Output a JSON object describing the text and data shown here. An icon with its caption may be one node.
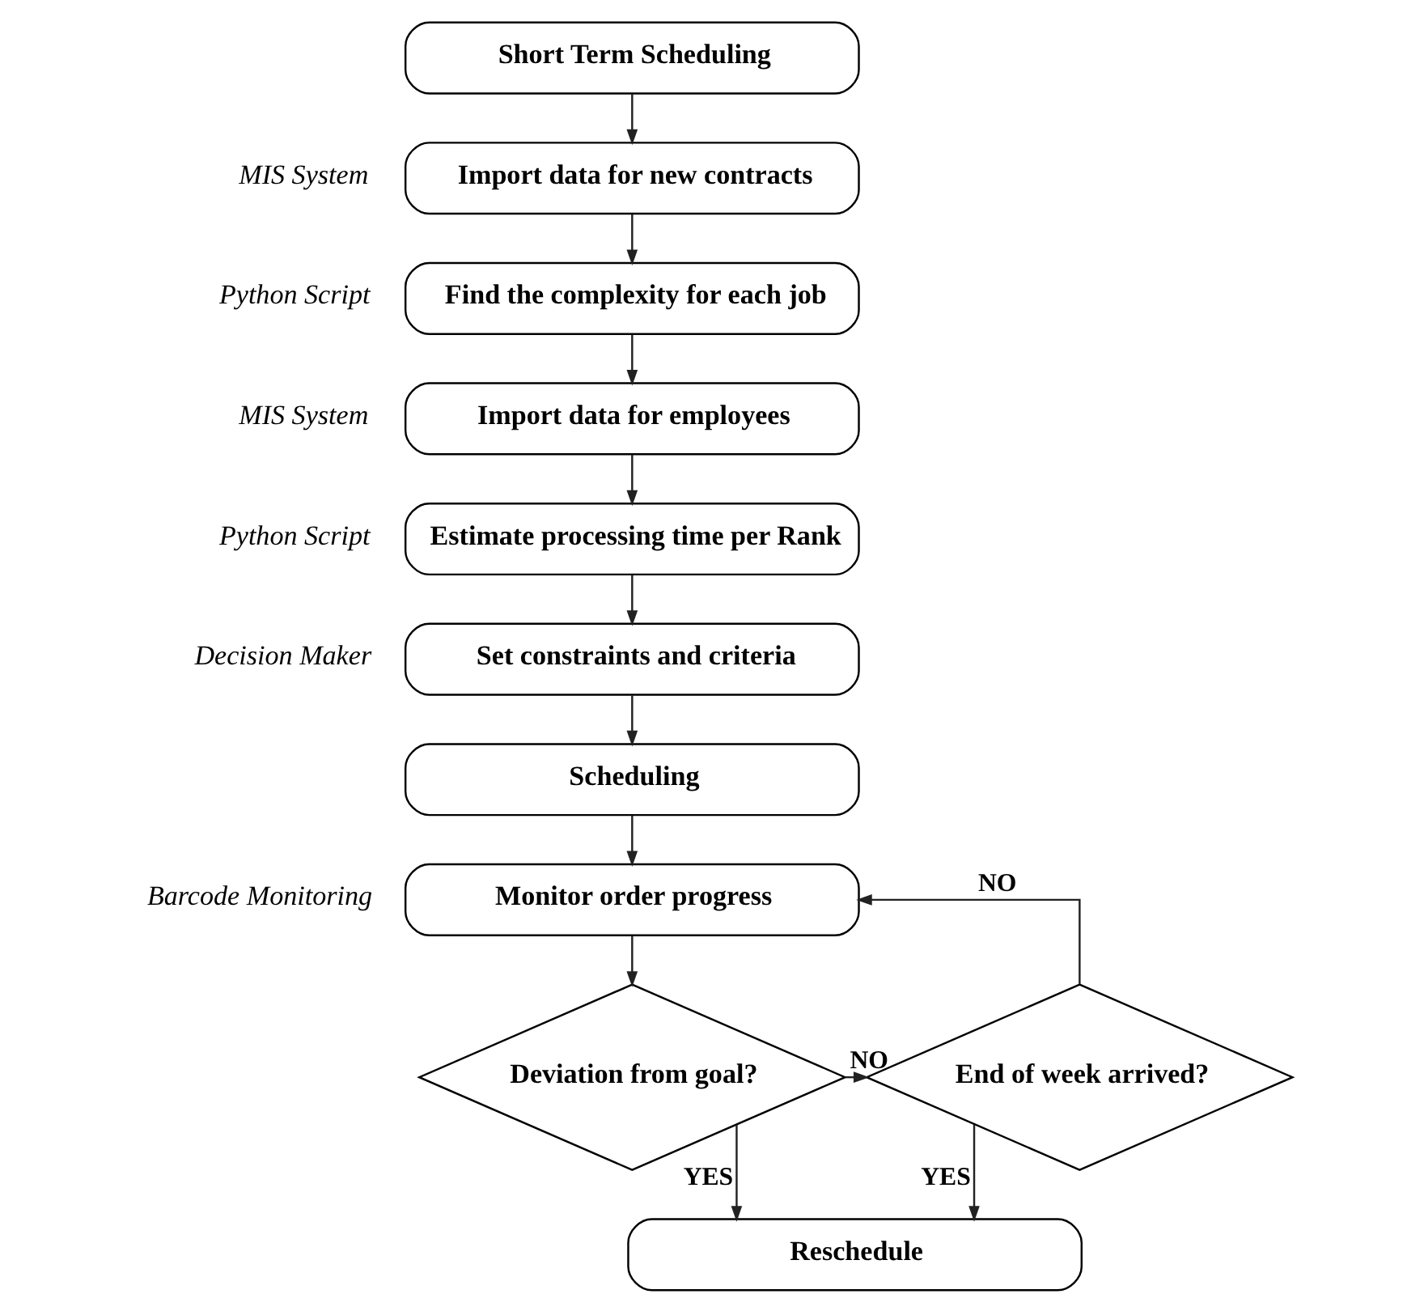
{
  "diagram": {
    "nodes": [
      {
        "text": [
          "Short Term Scheduling"
        ]
      },
      {
        "text": [
          "Import data for new contracts"
        ],
        "beside": [
          "MIS System"
        ]
      },
      {
        "text": [
          "Find the complexity for each job"
        ],
        "beside": [
          "Python Script"
        ]
      },
      {
        "text": [
          "Import data for employees"
        ],
        "beside": [
          "MIS System"
        ]
      },
      {
        "text": [
          "Estimate processing time per Rank"
        ],
        "beside": [
          "Python Script"
        ]
      },
      {
        "text": [
          "Set constraints and criteria"
        ],
        "beside": [
          "Decision Maker"
        ]
      },
      {
        "text": [
          "Scheduling"
        ]
      },
      {
        "text": [
          "Monitor order progress"
        ],
        "beside": [
          "Barcode Monitoring"
        ]
      },
      {
        "text": [
          "Deviation from goal?"
        ]
      },
      {
        "text": [
          "End of week arrived?"
        ]
      },
      {
        "text": [
          "Reschedule"
        ]
      }
    ],
    "edges": [
      {
        "from": 0,
        "to": 1,
        "arrow": "to"
      },
      {
        "from": 1,
        "to": 2,
        "arrow": "to"
      },
      {
        "from": 2,
        "to": 3,
        "arrow": "to"
      },
      {
        "from": 3,
        "to": 4,
        "arrow": "to"
      },
      {
        "from": 4,
        "to": 5,
        "arrow": "to"
      },
      {
        "from": 5,
        "to": 6,
        "arrow": "to"
      },
      {
        "from": 6,
        "to": 7,
        "arrow": "to"
      },
      {
        "from": 7,
        "to": 8,
        "arrow": "to"
      },
      {
        "from": 8,
        "to": 9,
        "arrow": "to",
        "label": "NO"
      },
      {
        "from": 8,
        "to": 10,
        "arrow": "to",
        "label": "YES"
      },
      {
        "from": 9,
        "to": 10,
        "arrow": "to",
        "label": "YES"
      },
      {
        "from": 9,
        "to": 7,
        "arrow": "to",
        "label": "NO"
      }
    ]
  }
}
